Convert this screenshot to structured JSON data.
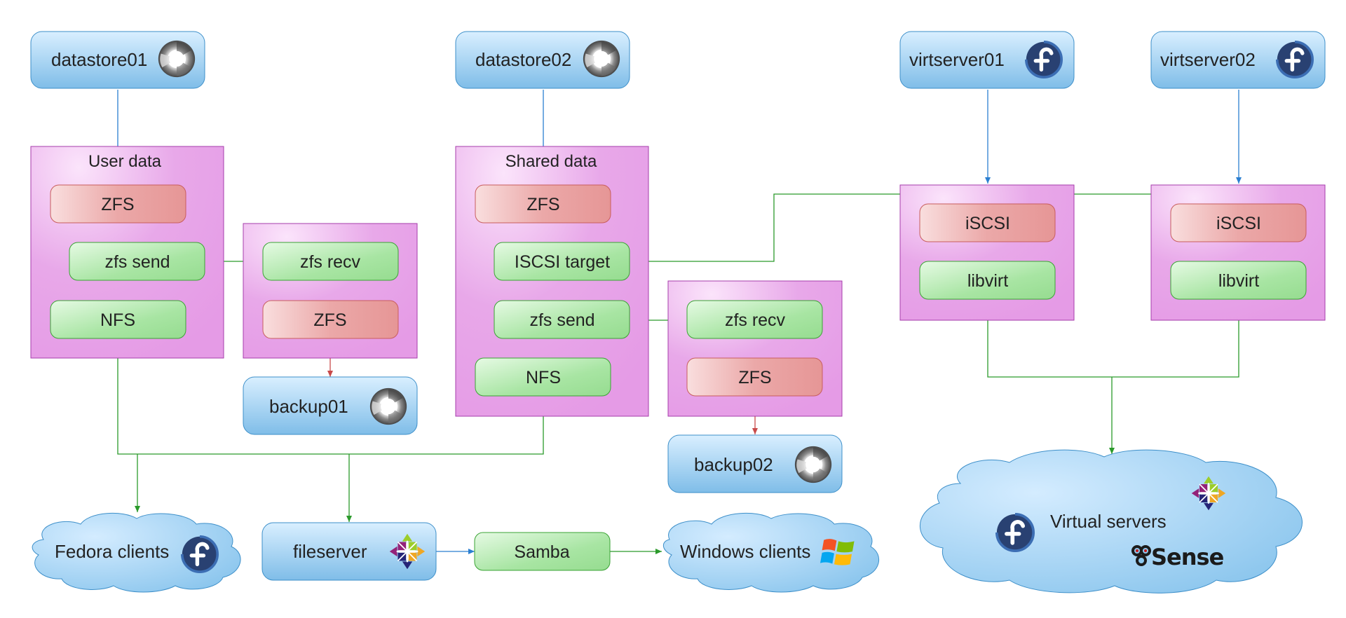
{
  "colors": {
    "host_fill": "#8ec8ee",
    "host_stroke": "#3d8fc9",
    "group_fill": "#e49ee6",
    "group_stroke": "#a63dab",
    "red_node": "#e79999",
    "red_stroke": "#c85d5d",
    "green_node": "#9fe09a",
    "green_stroke": "#3aa334",
    "blue_edge": "#2b7fd1",
    "red_edge": "#c84a4a",
    "green_edge": "#2b9a2b",
    "cloud_fill": "#8ec8ee"
  },
  "hosts": {
    "datastore01": "datastore01",
    "datastore02": "datastore02",
    "virtserver01": "virtserver01",
    "virtserver02": "virtserver02",
    "backup01": "backup01",
    "backup02": "backup02",
    "fileserver": "fileserver"
  },
  "groups": {
    "user_data": "User data",
    "shared_data": "Shared data"
  },
  "nodes": {
    "zfs": "ZFS",
    "zfs_send": "zfs send",
    "zfs_recv": "zfs recv",
    "nfs": "NFS",
    "iscsi_target": "ISCSI target",
    "iscsi": "iSCSI",
    "libvirt": "libvirt",
    "samba": "Samba"
  },
  "clouds": {
    "fedora_clients": "Fedora clients",
    "windows_clients": "Windows clients",
    "virtual_servers": "Virtual servers"
  },
  "logos": {
    "pfsense": "Sense"
  },
  "icons": {
    "storage": "opensolaris-ring-icon",
    "fedora": "fedora-icon",
    "centos": "centos-icon",
    "windows": "windows-flag-icon",
    "pfsense": "pfsense-logo-icon"
  }
}
